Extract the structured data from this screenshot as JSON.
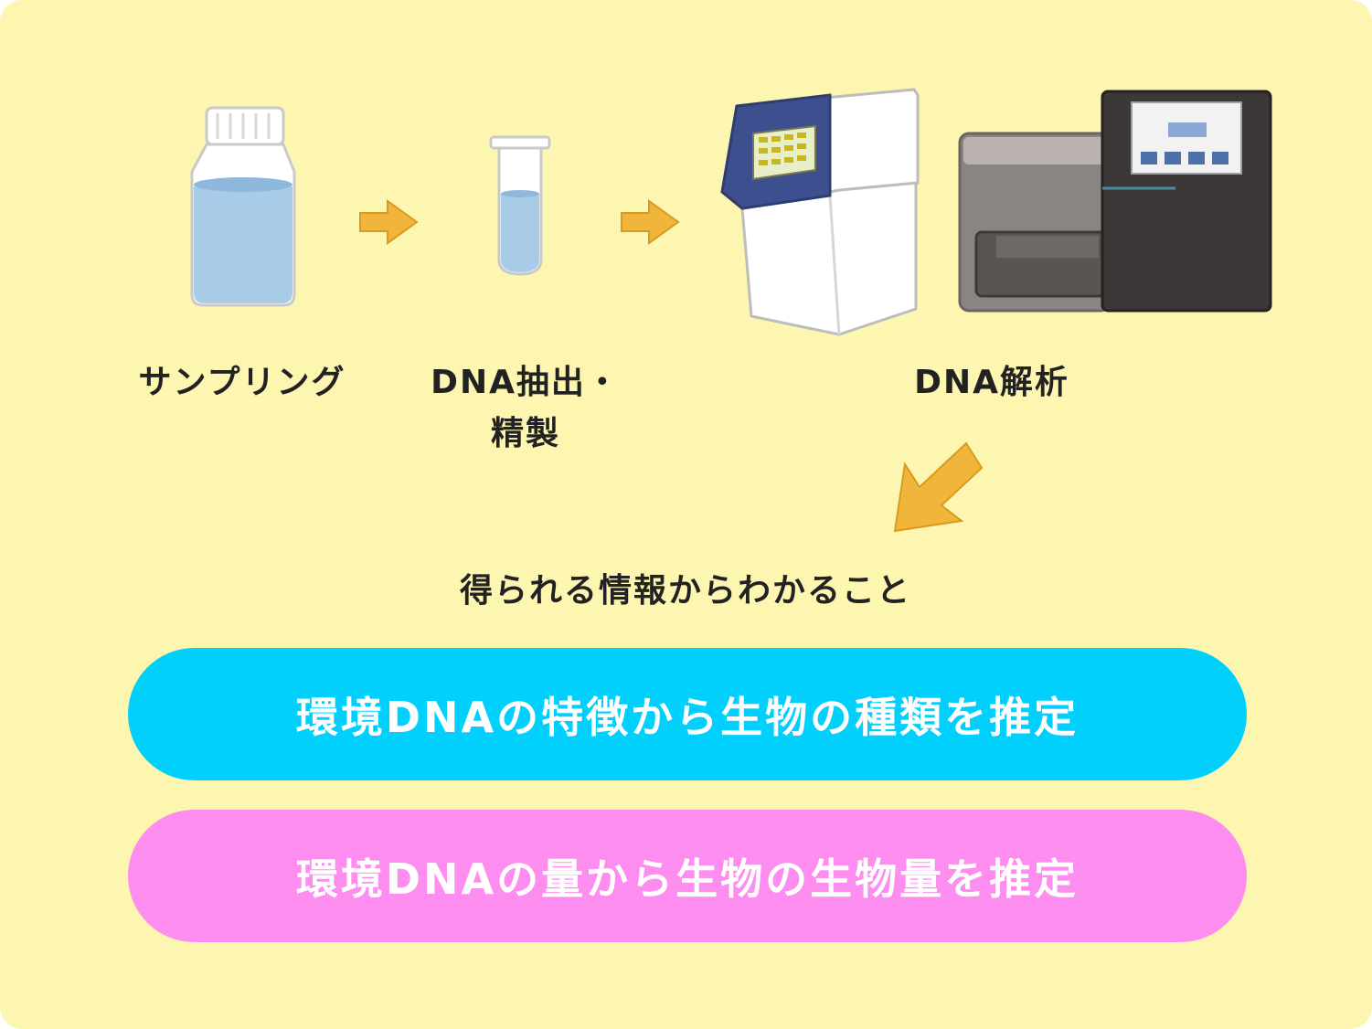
{
  "steps": {
    "sampling_label": "サンプリング",
    "extraction_label_line1": "DNA抽出・",
    "extraction_label_line2": "精製",
    "analysis_label": "DNA解析"
  },
  "findings": {
    "heading": "得られる情報からわかること",
    "species_text": "環境DNAの特徴から生物の種類を推定",
    "biomass_text": "環境DNAの量から生物の生物量を推定"
  },
  "colors": {
    "background": "#fdf6b0",
    "arrow": "#f2b53c",
    "species_pill": "#00d0fb",
    "biomass_pill": "#fe8df0",
    "water": "#a8cbe8"
  },
  "icons": {
    "bottle": "sample-bottle-icon",
    "tube": "test-tube-icon",
    "pcr": "pcr-machine-icon",
    "sequencer": "sequencer-icon",
    "arrow": "arrow-icon"
  }
}
